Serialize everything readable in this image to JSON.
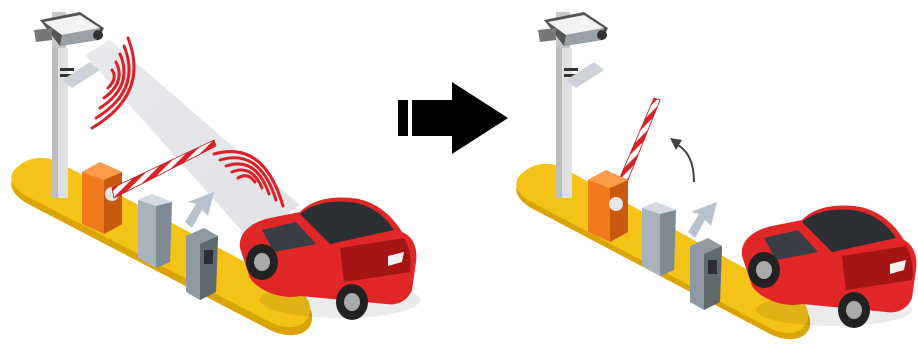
{
  "scenes": [
    {
      "id": "before",
      "barrier_state": "closed"
    },
    {
      "id": "after",
      "barrier_state": "open"
    }
  ],
  "transition_arrow": "right-arrow-icon",
  "colors": {
    "platform": "#f5c218",
    "platform_shadow": "#d9a406",
    "barrier_box": "#f07a1c",
    "barrier_box_dark": "#c85a10",
    "car": "#e02626",
    "car_dark": "#a51515",
    "signal": "#d8232a",
    "boom_red": "#d8232a",
    "pole": "#d9d9d9",
    "kiosk": "#a9b3bb",
    "ticket_machine": "#8f99a1",
    "transition_arrow": "#000000"
  }
}
